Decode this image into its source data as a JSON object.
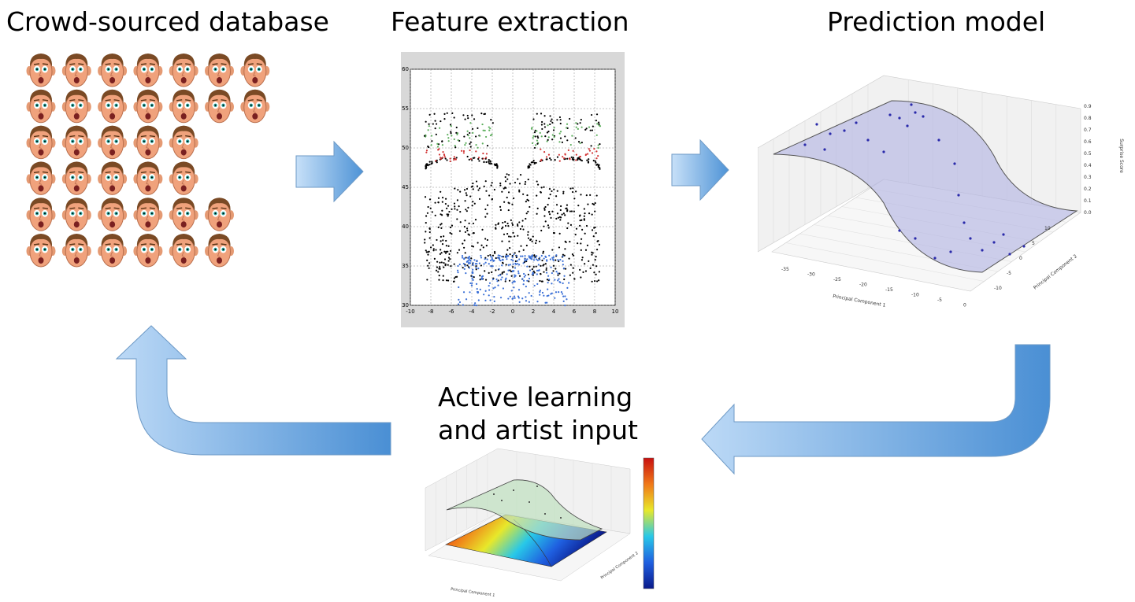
{
  "stages": {
    "crowd": {
      "title": "Crowd-sourced database",
      "rows": [
        7,
        7,
        5,
        5,
        6,
        6
      ]
    },
    "features": {
      "title": "Feature extraction",
      "chart_data": {
        "type": "scatter",
        "xlim": [
          -10,
          10
        ],
        "ylim": [
          30,
          60
        ],
        "xticks": [
          "-10",
          "-8",
          "-6",
          "-4",
          "-2",
          "0",
          "2",
          "4",
          "6",
          "8",
          "10"
        ],
        "yticks": [
          "30",
          "35",
          "40",
          "45",
          "50",
          "55",
          "60"
        ],
        "grid": true,
        "series": [
          {
            "color": "#000000",
            "region": "face mesh"
          },
          {
            "color": "#5cae5c",
            "region": "brow upper"
          },
          {
            "color": "#d23232",
            "region": "eye lid"
          },
          {
            "color": "#3a6fd6",
            "region": "mouth"
          }
        ]
      }
    },
    "prediction": {
      "title": "Prediction model",
      "chart_data": {
        "type": "surface",
        "xlabel": "Principal Component 1",
        "ylabel": "Principal Component 2",
        "zlabel": "Surprise Score",
        "xticks": [
          "-35",
          "-30",
          "-25",
          "-20",
          "-15",
          "-10",
          "-5",
          "0"
        ],
        "yticks": [
          "-10",
          "-5",
          "0",
          "5",
          "10"
        ],
        "zticks": [
          "0.0",
          "0.1",
          "0.2",
          "0.3",
          "0.4",
          "0.5",
          "0.6",
          "0.7",
          "0.8",
          "0.9"
        ],
        "zlim": [
          0,
          0.9
        ]
      }
    },
    "active": {
      "title_line1": "Active learning",
      "title_line2": "and artist input",
      "chart_data": {
        "type": "surface",
        "xlabel": "Principal Component 1",
        "ylabel": "Principal Component 2",
        "colormap": [
          "#0a1a8a",
          "#1f5fe0",
          "#28c8e8",
          "#e8e82a",
          "#f07818",
          "#c81010"
        ]
      }
    }
  },
  "colors": {
    "arrow_light": "#bcd9f6",
    "arrow_dark": "#4a8fd4",
    "arrow_stroke": "#5e8bb8"
  }
}
